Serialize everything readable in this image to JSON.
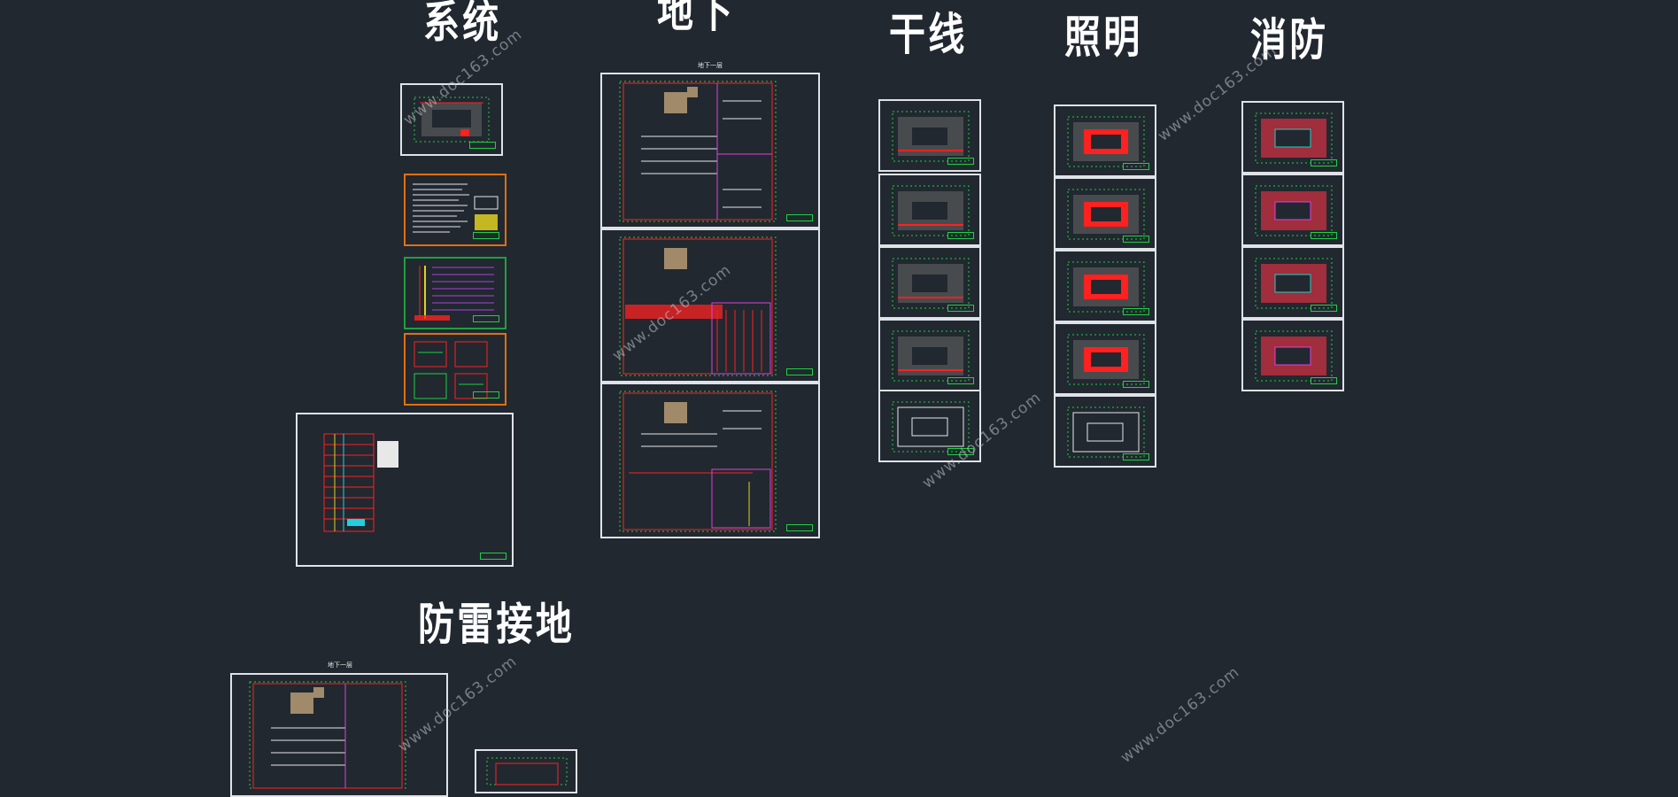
{
  "headings": {
    "system": "系统",
    "basement": "地下",
    "trunk": "干线",
    "lighting": "照明",
    "fire": "消防",
    "lightning_grounding": "防雷接地"
  },
  "sheet_captions": {
    "basement_floor": "地下一层",
    "lightning_floor": "地下一层"
  },
  "watermark": "www.doc163.com",
  "colors": {
    "background": "#212830",
    "sheet_border": "#dfe3e8",
    "grid_green": "#20d040",
    "wiring_red": "#ff2020",
    "wiring_magenta": "#e040e0",
    "equipment_tan": "#a08a6a"
  }
}
